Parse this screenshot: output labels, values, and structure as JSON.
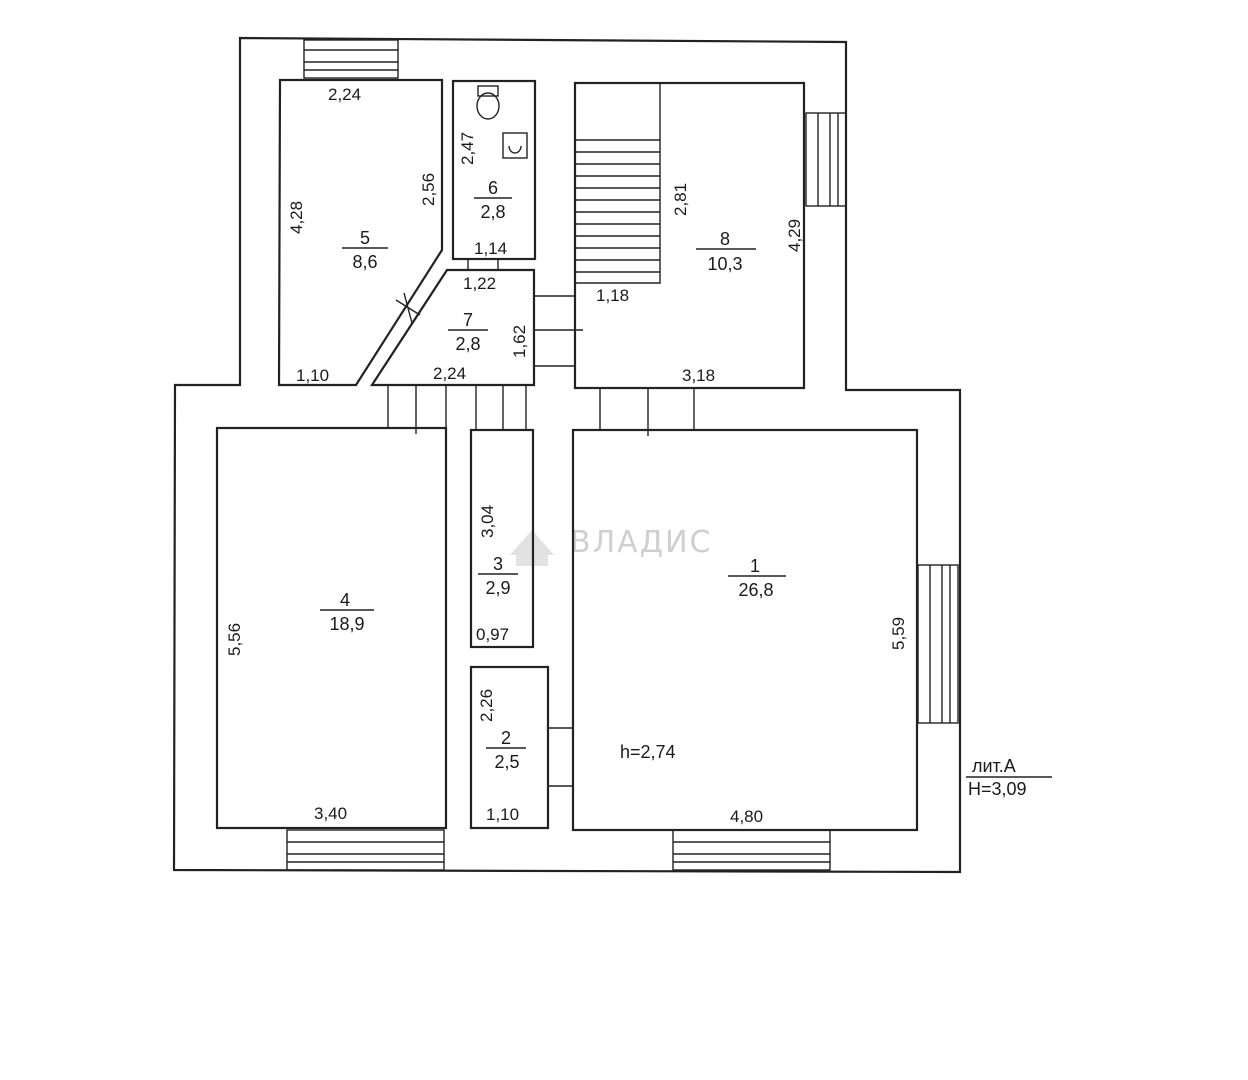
{
  "watermark": "ВЛАДИС",
  "ceiling_height": "h=2,74",
  "building": {
    "liter": "лит.А",
    "height": "Н=3,09"
  },
  "rooms": [
    {
      "number": "1",
      "area": "26,8"
    },
    {
      "number": "2",
      "area": "2,5"
    },
    {
      "number": "3",
      "area": "2,9"
    },
    {
      "number": "4",
      "area": "18,9"
    },
    {
      "number": "5",
      "area": "8,6"
    },
    {
      "number": "6",
      "area": "2,8"
    },
    {
      "number": "7",
      "area": "2,8"
    },
    {
      "number": "8",
      "area": "10,3"
    }
  ],
  "dimensions": {
    "r5_top": "2,24",
    "r5_left": "4,28",
    "r5_right": "2,56",
    "r5_bottom": "1,10",
    "r6_side": "2,47",
    "r6_bottom": "1,14",
    "r7_top": "1,22",
    "r7_side": "1,62",
    "r7_bottom": "2,24",
    "r8_stair": "2,81",
    "r8_right": "4,29",
    "r8_stair_w": "1,18",
    "r8_bottom": "3,18",
    "r3_side": "3,04",
    "r3_bottom": "0,97",
    "r4_left": "5,56",
    "r4_bottom": "3,40",
    "r2_side": "2,26",
    "r2_bottom": "1,10",
    "r1_right": "5,59",
    "r1_bottom": "4,80"
  }
}
